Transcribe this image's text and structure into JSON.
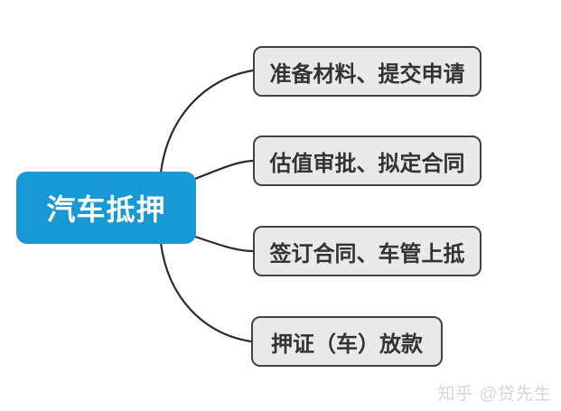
{
  "colors": {
    "root-node-bg": "#1899d4",
    "root-node-text": "#ffffff",
    "branch-bg": "#e9e9e9",
    "branch-border": "#424242",
    "branch-text": "#333333",
    "line": "#2b2b2b",
    "watermark": "#d6d6d6",
    "page-bg": "#ffffff"
  },
  "root_node": {
    "label": "汽车抵押"
  },
  "branches": [
    {
      "label": "准备材料、提交申请"
    },
    {
      "label": "估值审批、拟定合同"
    },
    {
      "label": "签订合同、车管上抵"
    },
    {
      "label": "押证（车）放款"
    }
  ],
  "watermark": {
    "text": "知乎 @贷先生"
  }
}
